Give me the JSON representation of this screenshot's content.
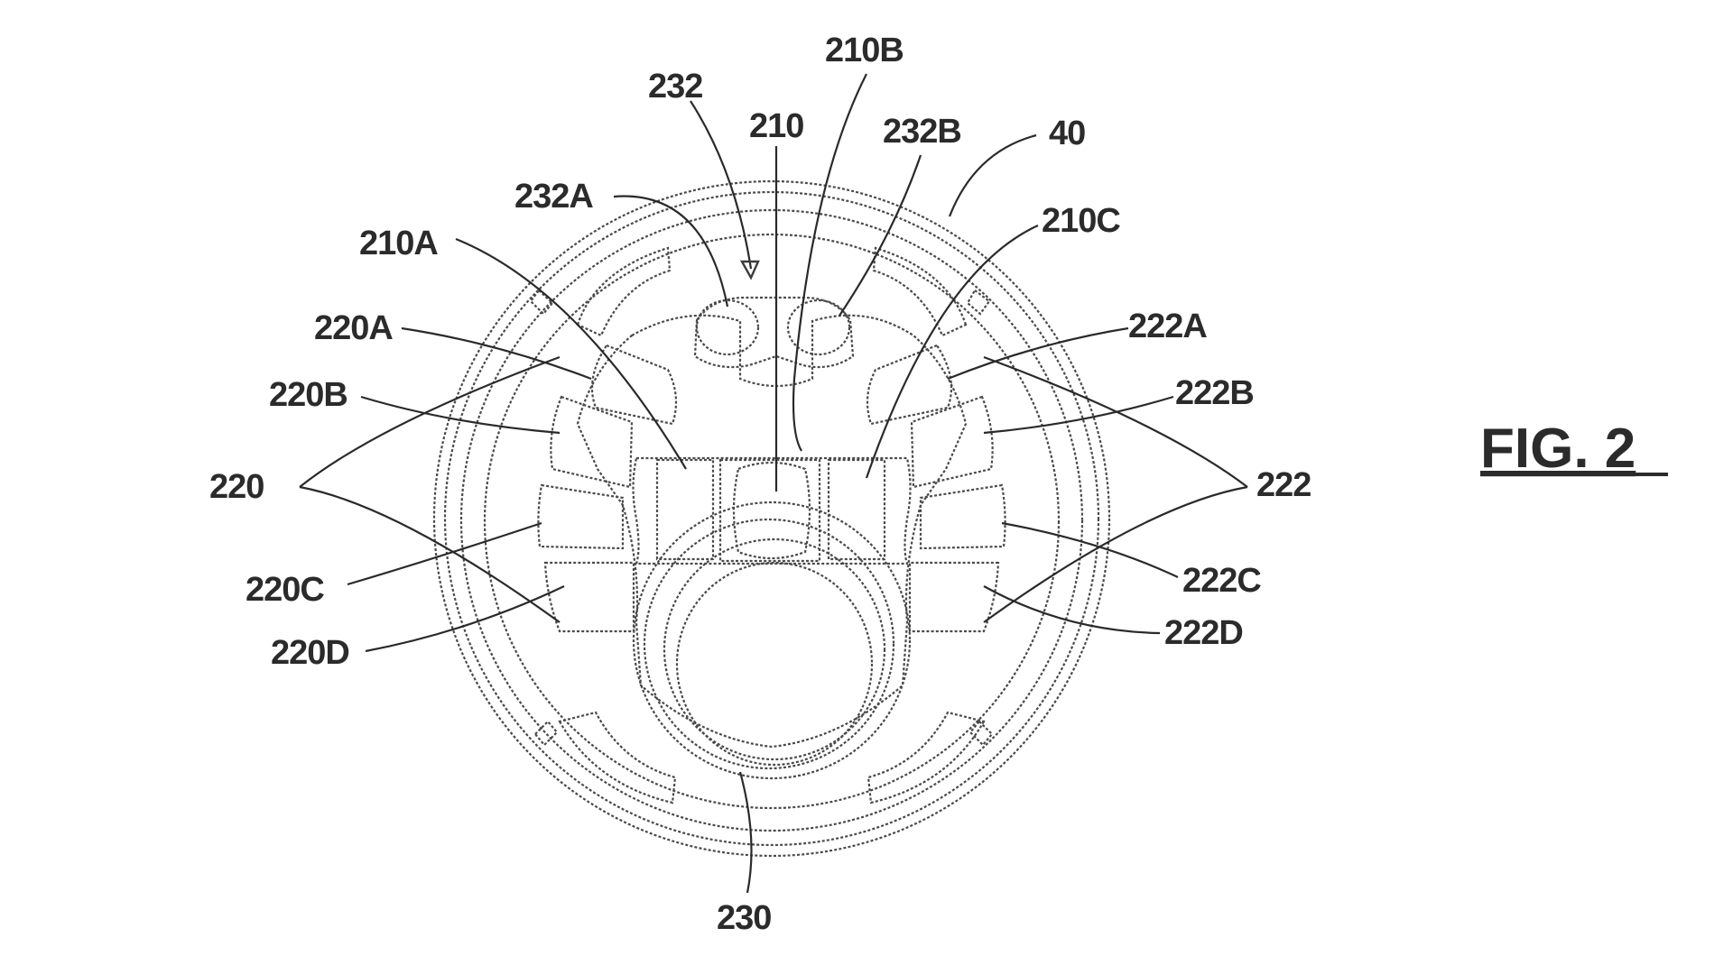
{
  "figure": {
    "label": "FIG. 2"
  },
  "refs": {
    "r232": "232",
    "r210B": "210B",
    "r210": "210",
    "r232B": "232B",
    "r40": "40",
    "r232A": "232A",
    "r210C": "210C",
    "r210A": "210A",
    "r220A": "220A",
    "r222A": "222A",
    "r220B": "220B",
    "r222B": "222B",
    "r220": "220",
    "r222": "222",
    "r220C": "220C",
    "r222C": "222C",
    "r220D": "220D",
    "r222D": "222D",
    "r230": "230"
  },
  "colors": {
    "ink": "#2b2b2b",
    "background": "#ffffff"
  }
}
